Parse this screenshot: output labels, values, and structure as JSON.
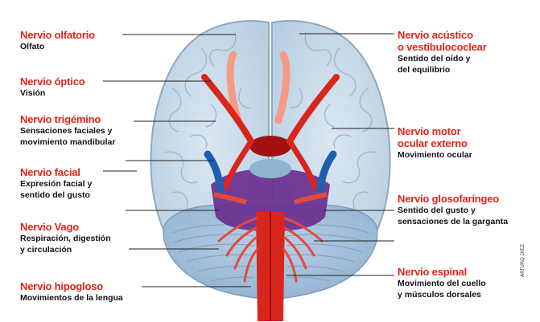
{
  "labels": {
    "olfactorio": {
      "title": "Nervio olfatorio",
      "desc": [
        "Olfato"
      ]
    },
    "optico": {
      "title": "Nervio óptico",
      "desc": [
        "Visión"
      ]
    },
    "trigemino": {
      "title": "Nervio trigémino",
      "desc": [
        "Sensaciones faciales y",
        "movimiento mandibular"
      ]
    },
    "facial": {
      "title": "Nervio facial",
      "desc": [
        "Expresión facial y",
        "sentido del gusto"
      ]
    },
    "vago": {
      "title": "Nervio Vago",
      "desc": [
        "Respiración, digestión",
        "y circulación"
      ]
    },
    "hipogloso": {
      "title": "Nervio hipogloso",
      "desc": [
        "Movimientos de la lengua"
      ]
    },
    "acustico": {
      "title": "Nervio acústico",
      "title2": "o vestibulococlear",
      "desc": [
        "Sentido del oído y",
        "del equilibrio"
      ]
    },
    "motor_ocular": {
      "title": "Nervio motor",
      "title2": "ocular externo",
      "desc": [
        "Movimiento ocular"
      ]
    },
    "glosofaringeo": {
      "title": "Nervio glosofaríngeo",
      "desc": [
        "Sentido del gusto y",
        "sensaciones de la garganta"
      ]
    },
    "espinal": {
      "title": "Nervio espinal",
      "desc": [
        "Movimiento del cuello",
        "y músculos dorsales"
      ]
    }
  },
  "signature": "ARTURO DIEZ",
  "colors": {
    "label_red": "#e2231a",
    "brain_fill": "#c9dbe8",
    "brain_stroke": "#a9c0d4",
    "nerve_red": "#e8473a",
    "olfactory_pink": "#f49a86",
    "pons_purple": "#6a2f8f",
    "cerebellum": "#a8c3dc",
    "blue_nerve": "#1d5fb0"
  }
}
